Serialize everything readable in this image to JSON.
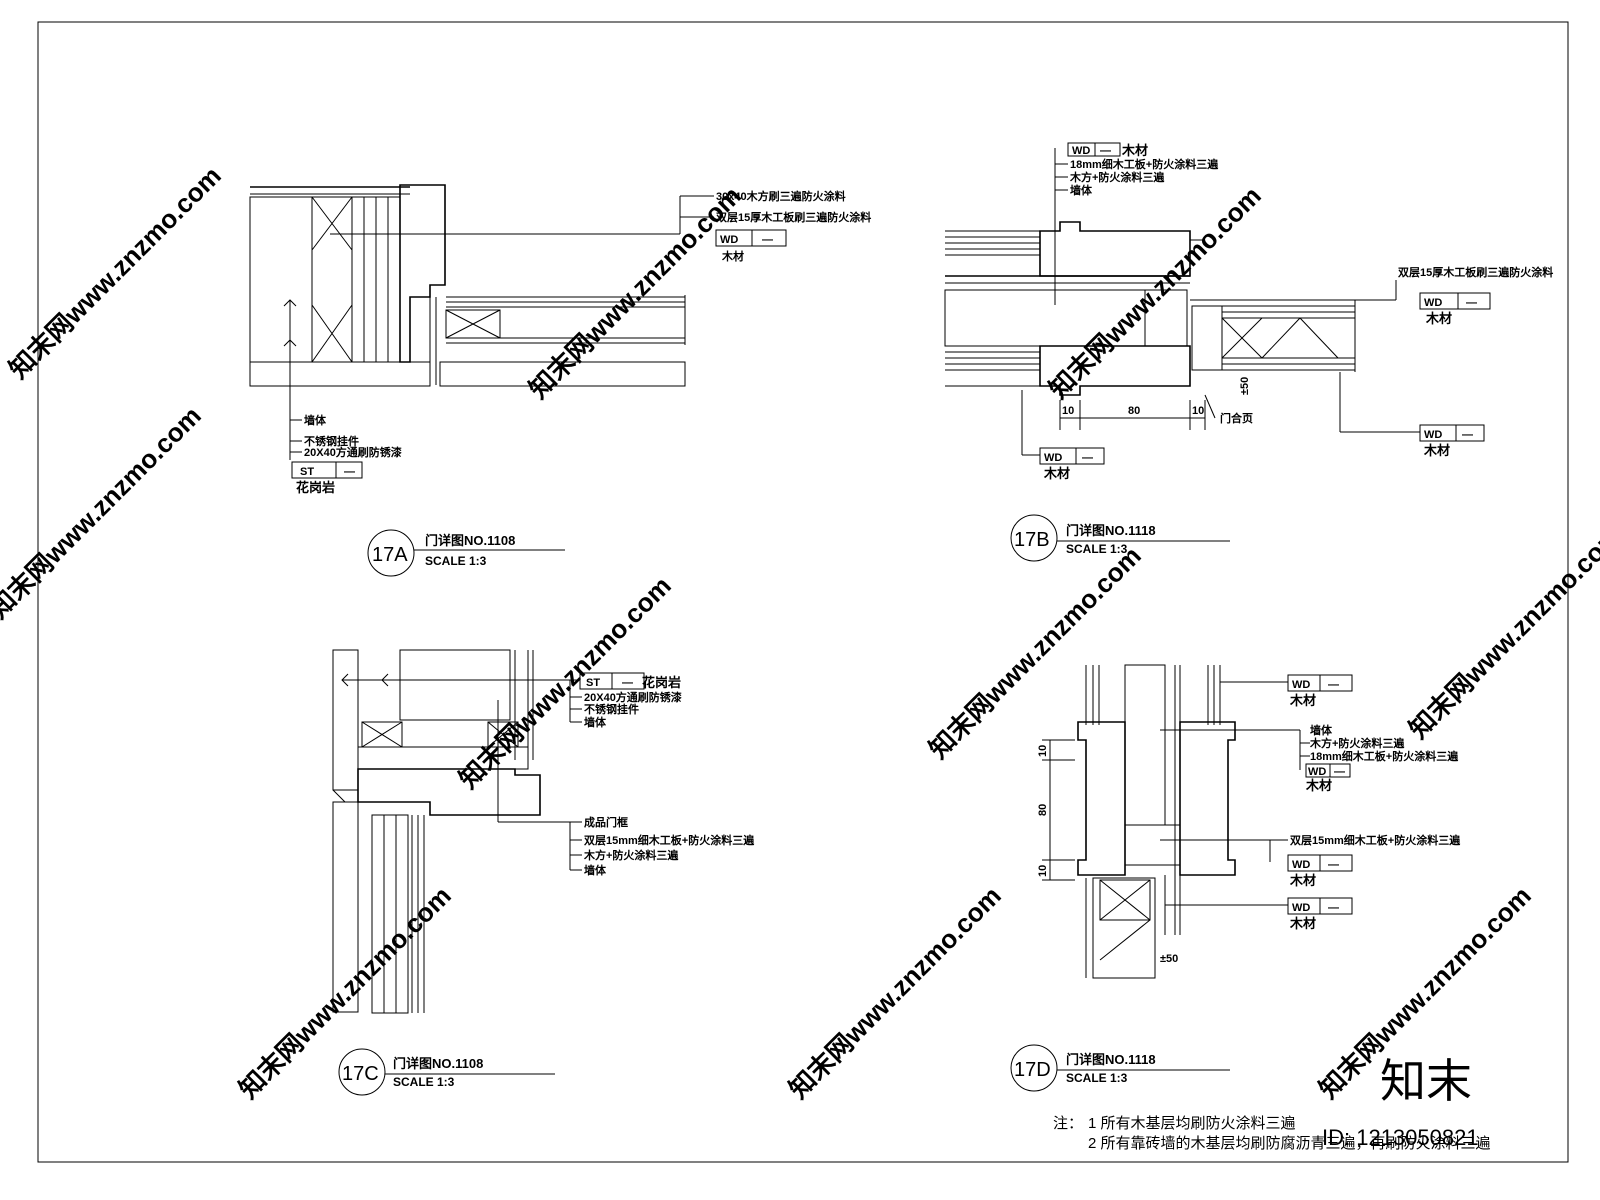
{
  "details": {
    "a": {
      "id": "17A",
      "title": "门详图NO.1108",
      "scale": "SCALE 1:3",
      "callout_right": {
        "line1": "30x40木方刷三遍防火涂料",
        "line2": "双层15厚木工板刷三遍防火涂料",
        "tag": "WD",
        "dash": "—",
        "material": "木材"
      },
      "callout_bottom": {
        "line1": "墙体",
        "line2": "不锈钢挂件",
        "line3": "20X40方通刷防锈漆",
        "tag": "ST",
        "dash": "—",
        "material": "花岗岩"
      }
    },
    "b": {
      "id": "17B",
      "title": "门详图NO.1118",
      "scale": "SCALE 1:3",
      "callout_top": {
        "tag": "WD",
        "dash": "—",
        "material": "木材",
        "line1": "18mm细木工板+防火涂料三遍",
        "line2": "木方+防火涂料三遍",
        "line3": "墙体"
      },
      "callout_right": {
        "line1": "双层15厚木工板刷三遍防火涂料",
        "tag": "WD",
        "dash": "—",
        "material": "木材"
      },
      "callout_lower_right": {
        "tag": "WD",
        "dash": "—",
        "material": "木材"
      },
      "callout_lower_left": {
        "tag": "WD",
        "dash": "—",
        "material": "木材"
      },
      "dims": {
        "d1": "10",
        "d2": "80",
        "d3": "10",
        "d4": "±50"
      },
      "hinge": "门合页"
    },
    "c": {
      "id": "17C",
      "title": "门详图NO.1108",
      "scale": "SCALE 1:3",
      "callout_top": {
        "tag": "ST",
        "dash": "—",
        "material": "花岗岩",
        "line1": "20X40方通刷防锈漆",
        "line2": "不锈钢挂件",
        "line3": "墙体"
      },
      "callout_mid": {
        "line1": "成品门框",
        "line2": "双层15mm细木工板+防火涂料三遍",
        "line3": "木方+防火涂料三遍",
        "line4": "墙体"
      }
    },
    "d": {
      "id": "17D",
      "title": "门详图NO.1118",
      "scale": "SCALE 1:3",
      "callout_1": {
        "tag": "WD",
        "dash": "—",
        "material": "木材"
      },
      "callout_2": {
        "line1": "墙体",
        "line2": "木方+防火涂料三遍",
        "line3": "18mm细木工板+防火涂料三遍",
        "tag": "WD",
        "dash": "—",
        "material": "木材"
      },
      "callout_3": {
        "line1": "双层15mm细木工板+防火涂料三遍",
        "tag": "WD",
        "dash": "—",
        "material": "木材"
      },
      "callout_4": {
        "tag": "WD",
        "dash": "—",
        "material": "木材"
      },
      "dims": {
        "d1": "10",
        "d2": "80",
        "d3": "10",
        "d4": "±50"
      }
    }
  },
  "notes": {
    "prefix": "注：",
    "line1": "1 所有木基层均刷防火涂料三遍",
    "line2": "2 所有靠砖墙的木基层均刷防腐沥青三遍，再刷防火涂料三遍"
  },
  "watermark": {
    "text": "知末网www.znzmo.com",
    "brand": "知末",
    "id_text": "ID: 1213050821"
  }
}
